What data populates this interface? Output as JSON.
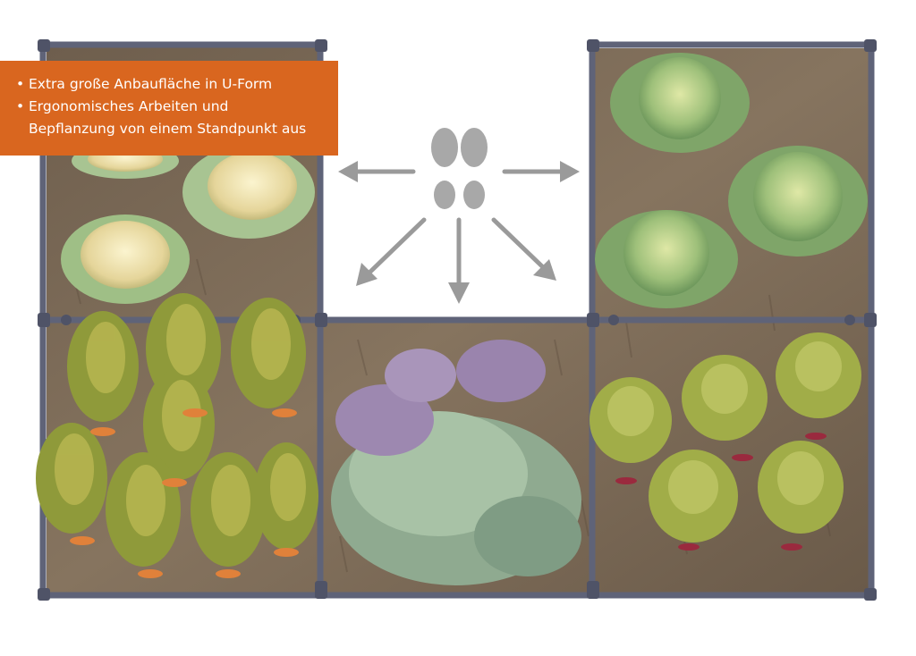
{
  "banner": {
    "line1": "Extra große Anbaufläche in U-Form",
    "line2": "Ergonomisches Arbeiten und",
    "line3": "Bepflanzung von einem Standpunkt aus",
    "bullet": "•"
  },
  "colors": {
    "banner_bg": "#d9661f",
    "frame": "#5f6378",
    "soil": "#7a6a58",
    "arrows": "#9a9a9a"
  },
  "icons": [
    "footprints-icon",
    "arrow-left-icon",
    "arrow-right-icon",
    "arrow-down-left-icon",
    "arrow-down-icon",
    "arrow-down-right-icon"
  ]
}
